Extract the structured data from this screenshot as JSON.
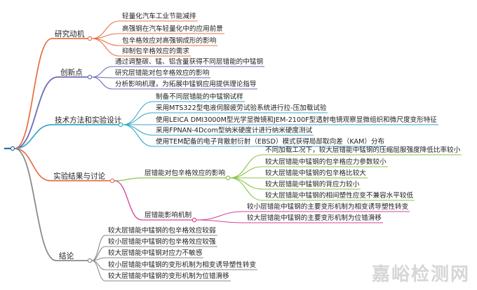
{
  "mindmap": {
    "branches": [
      {
        "label": "研究动机",
        "color": "#e8734a",
        "items": [
          "轻量化汽车工业节能减排",
          "高强钢在汽车轻量化中的应用前景",
          "包辛格效应对高强钢成形的影响",
          "抑制包辛格效应的需求"
        ]
      },
      {
        "label": "创新点",
        "color": "#6c6bb8",
        "items": [
          "通过调整碳、锰、铝含量获得不同层错能的中锰钢",
          "研究层错能对包辛格效应的影响",
          "分析影响机理，为拓展中锰钢应用提供理论指导"
        ]
      },
      {
        "label": "技术方法和实验设计",
        "color": "#3aa7c7",
        "items": [
          "制备不同层错能的中锰钢试样",
          "采用MTS322型电液伺服疲劳试验系统进行拉-压加载试验",
          "使用LEICA DMI3000M型光学显微镜和JEM-2100F型透射电镜观察显微组织和微尺度变形特征",
          "采用FPNAN-4Dcom型纳米硬度计进行纳米硬度测试",
          "使用TEM配备的电子背散射衍射（EBSD）模式获得局部取向差（KAM）分布"
        ]
      },
      {
        "label": "实验结果与讨论",
        "color": "#e8734a",
        "subbranches": [
          {
            "label": "层错能对包辛格效应的影响",
            "color": "#8bc34a",
            "items": [
              "不同加载工况下，较大层错能中锰钢的压缩屈服强度降低比率较小",
              "较大层错能中锰钢的包辛格应力参数较小",
              "较大层错能中锰钢的包辛格比较大",
              "较大层错能中锰钢的背应力较小",
              "较大层错能中锰钢的相间塑性应变不兼容水平较低"
            ]
          },
          {
            "label": "层错能影响机制",
            "color": "#d2449a",
            "items": [
              "较小层错能中锰钢的主要变形机制为相变诱导塑性转变",
              "较大层错能中锰钢的主要变形机制为位错滑移"
            ]
          }
        ]
      },
      {
        "label": "结论",
        "color": "#8a8a8a",
        "items": [
          "较大层错能中锰钢的包辛格效应较弱",
          "较小层错能中锰钢的包辛格效应较强",
          "较大层错能中锰钢对应力不敏感",
          "较小层错能中锰钢的变形机制为相变诱导塑性转变",
          "较大层错能中锰钢的变形机制为位错滑移"
        ]
      }
    ]
  },
  "watermark": "嘉峪检测网"
}
